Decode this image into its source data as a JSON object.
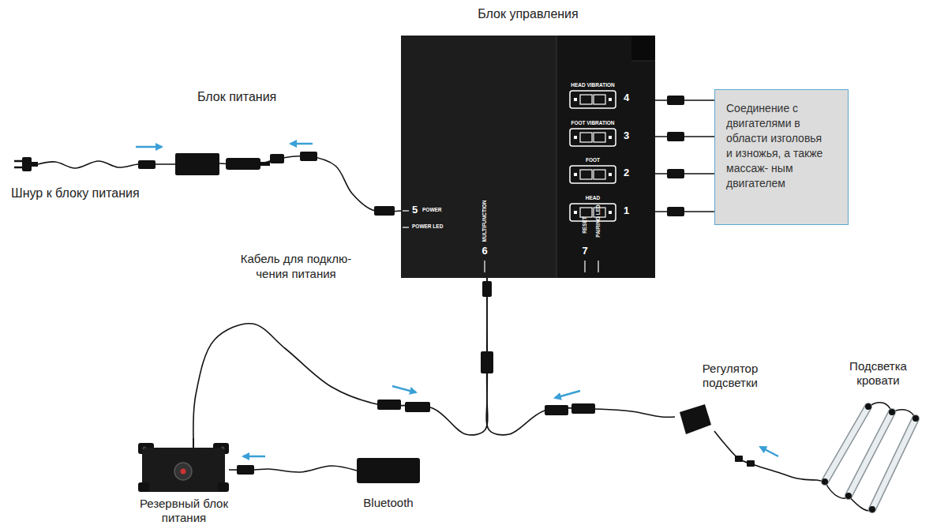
{
  "diagram": {
    "nodes": [
      {
        "text": [
          "Блок управления"
        ]
      },
      {
        "text": [
          "Соединение с двигателями в области изголовья и изножья, а также массаж- ным двигателем"
        ]
      },
      {
        "text": [
          "Блок питания"
        ]
      },
      {
        "text": [
          "Резервный блок питания"
        ]
      },
      {
        "text": [
          "Bluetooth"
        ]
      },
      {
        "text": [
          "Регулятор подсветки"
        ]
      },
      {
        "text": [
          "Подсветка кровати"
        ]
      },
      {
        "text": [
          "Шнур к блоку питания"
        ]
      }
    ],
    "edges": [
      {
        "from": 7,
        "to": 2,
        "arrow": "none"
      },
      {
        "from": 2,
        "to": 0,
        "label": "Кабель для подклю- чения питания",
        "arrow": "none"
      },
      {
        "from": 0,
        "to": 1,
        "arrow": "none"
      },
      {
        "from": 0,
        "to": 1,
        "arrow": "none"
      },
      {
        "from": 0,
        "to": 1,
        "arrow": "none"
      },
      {
        "from": 0,
        "to": 1,
        "arrow": "none"
      },
      {
        "from": 0,
        "to": 3,
        "arrow": "none"
      },
      {
        "from": 0,
        "to": 5,
        "arrow": "none"
      },
      {
        "from": 4,
        "to": 3,
        "arrow": "none"
      },
      {
        "from": 6,
        "to": 5,
        "arrow": "none"
      }
    ],
    "labels": [
      "HEAD VIBRATION",
      "4",
      "FOOT VIBRATION",
      "3",
      "FOOT",
      "2",
      "HEAD",
      "1",
      "5",
      "POWER",
      "POWER LED",
      "MULTIFUNCTION",
      "6",
      "7",
      "RESET",
      "PAIRING LED"
    ]
  }
}
